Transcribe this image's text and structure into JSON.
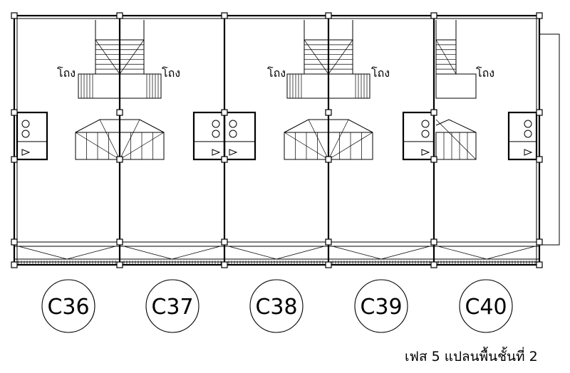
{
  "plan": {
    "caption": "เฟส 5  แปลนพื้นชั้นที่ 2",
    "void_label": "โถง",
    "units": [
      {
        "label": "C36"
      },
      {
        "label": "C37"
      },
      {
        "label": "C38"
      },
      {
        "label": "C39"
      },
      {
        "label": "C40"
      }
    ]
  }
}
